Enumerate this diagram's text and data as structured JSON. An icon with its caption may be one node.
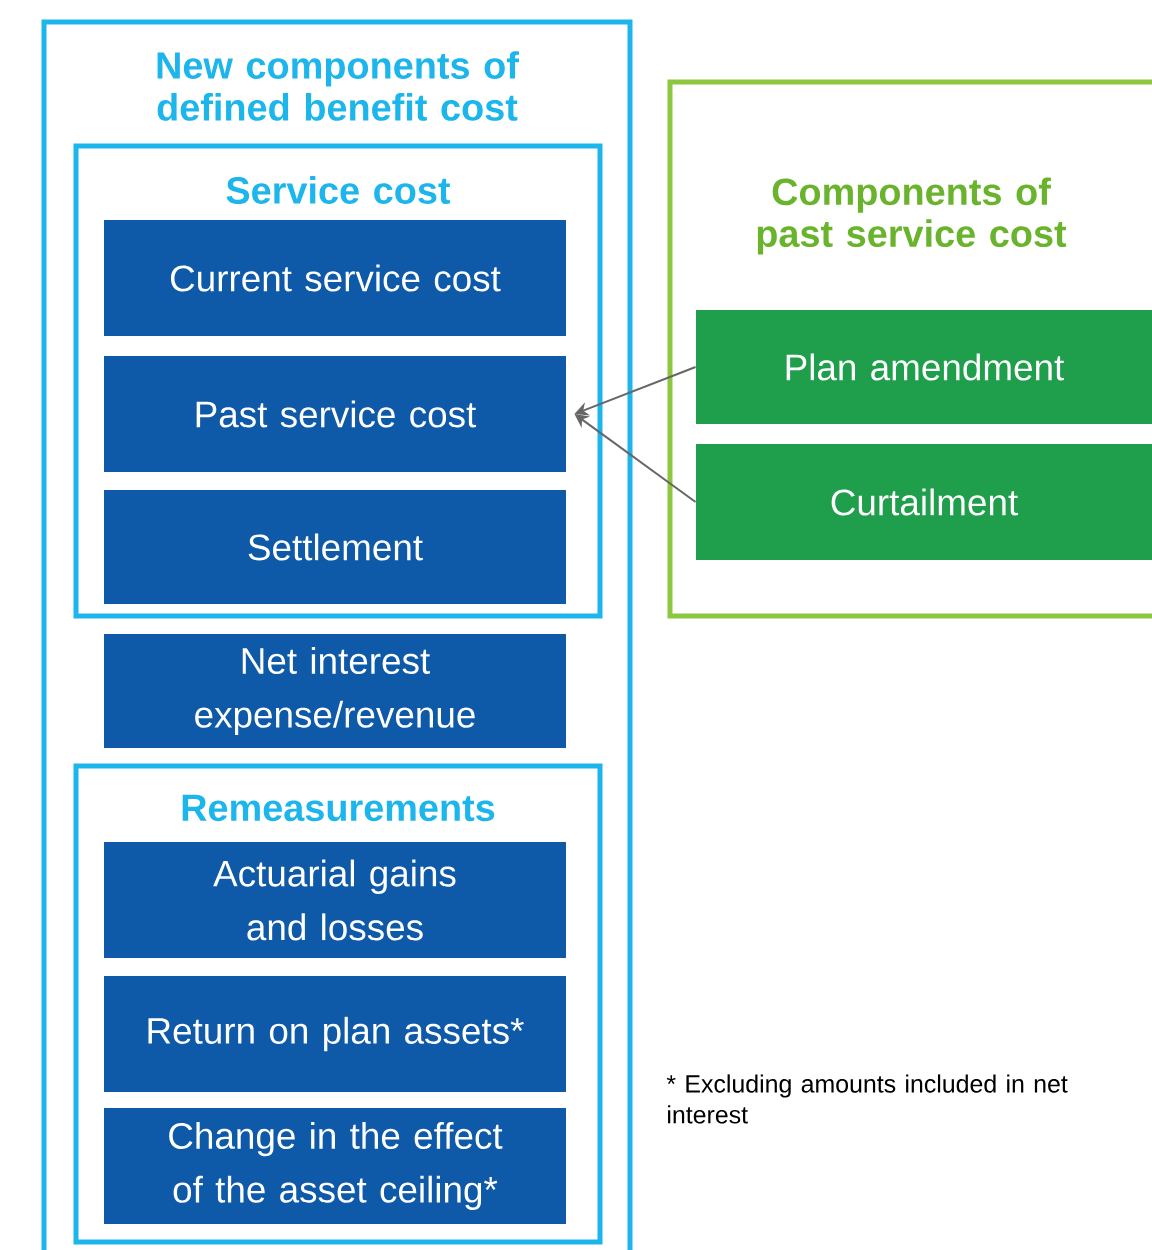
{
  "diagram": {
    "nodes": [
      {
        "text": [
          "New components of defined benefit cost"
        ]
      },
      {
        "text": [
          "Service cost"
        ],
        "in": 0
      },
      {
        "text": [
          "Current service cost"
        ],
        "in": 1
      },
      {
        "text": [
          "Past service cost"
        ],
        "in": 1
      },
      {
        "text": [
          "Settlement"
        ],
        "in": 1
      },
      {
        "text": [
          "Net interest expense/revenue"
        ],
        "in": 0
      },
      {
        "text": [
          "Remeasurements"
        ],
        "in": 0
      },
      {
        "text": [
          "Actuarial gains and losses"
        ],
        "in": 6
      },
      {
        "text": [
          "Return on plan assets*"
        ],
        "in": 6
      },
      {
        "text": [
          "Change in the effect of the asset ceiling*"
        ],
        "in": 6
      },
      {
        "text": [
          "Components of past service cost"
        ]
      },
      {
        "text": [
          "Plan amendment"
        ],
        "in": 10
      },
      {
        "text": [
          "Curtailment"
        ],
        "in": 10
      }
    ],
    "edges": [
      {
        "from": 11,
        "to": 3,
        "arrow": "to"
      },
      {
        "from": 12,
        "to": 3,
        "arrow": "to"
      }
    ],
    "labels": [
      "* Excluding amounts included in net interest"
    ]
  }
}
